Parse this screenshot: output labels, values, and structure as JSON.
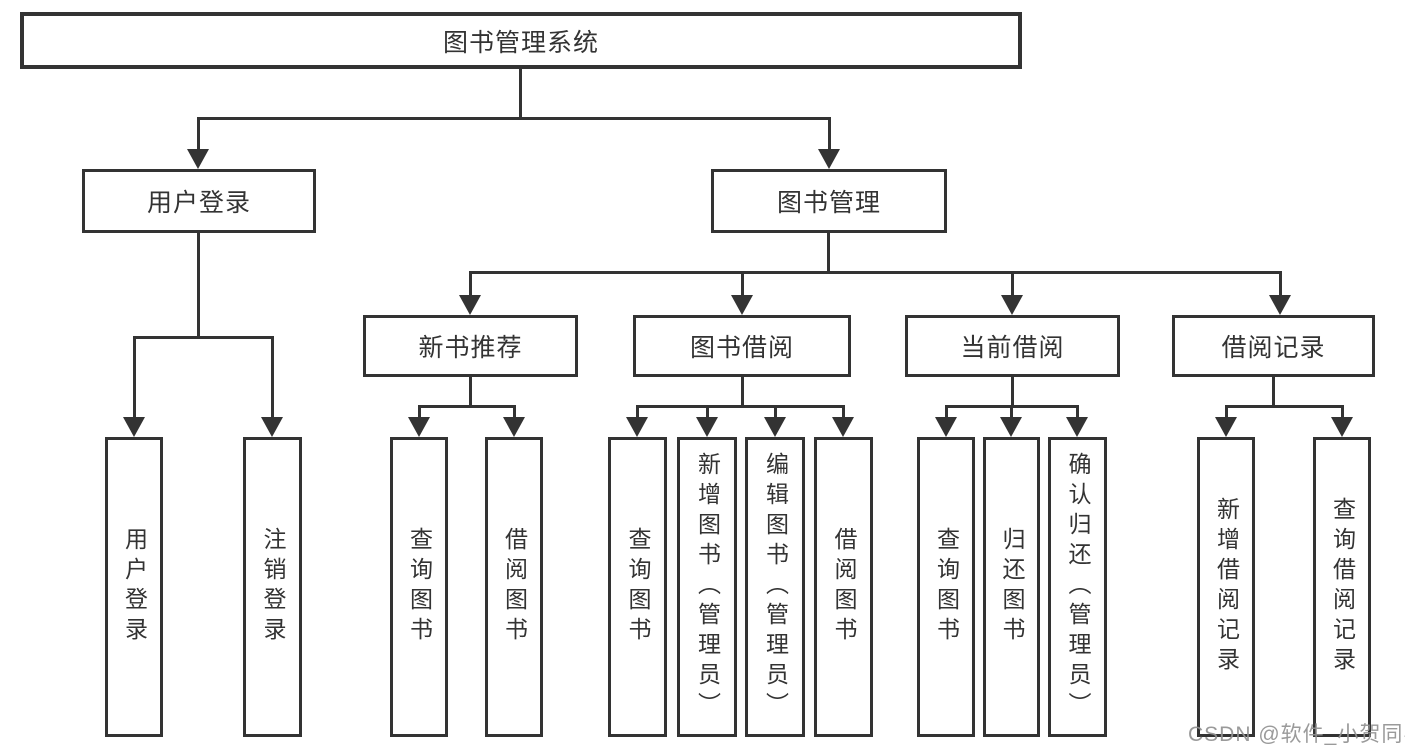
{
  "tree": {
    "label": "图书管理系统",
    "children": [
      {
        "label": "用户登录",
        "children": [
          {
            "label": "用户登录"
          },
          {
            "label": "注销登录"
          }
        ]
      },
      {
        "label": "图书管理",
        "children": [
          {
            "label": "新书推荐",
            "children": [
              {
                "label": "查询图书"
              },
              {
                "label": "借阅图书"
              }
            ]
          },
          {
            "label": "图书借阅",
            "children": [
              {
                "label": "查询图书"
              },
              {
                "label": "新增图书（管理员）"
              },
              {
                "label": "编辑图书（管理员）"
              },
              {
                "label": "借阅图书"
              }
            ]
          },
          {
            "label": "当前借阅",
            "children": [
              {
                "label": "查询图书"
              },
              {
                "label": "归还图书"
              },
              {
                "label": "确认归还（管理员）"
              }
            ]
          },
          {
            "label": "借阅记录",
            "children": [
              {
                "label": "新增借阅记录"
              },
              {
                "label": "查询借阅记录"
              }
            ]
          }
        ]
      }
    ]
  },
  "watermark": "CSDN @软件_小贺同学",
  "colors": {
    "line": "#333333",
    "text": "#333333",
    "background": "#ffffff",
    "watermark": "#919191"
  }
}
